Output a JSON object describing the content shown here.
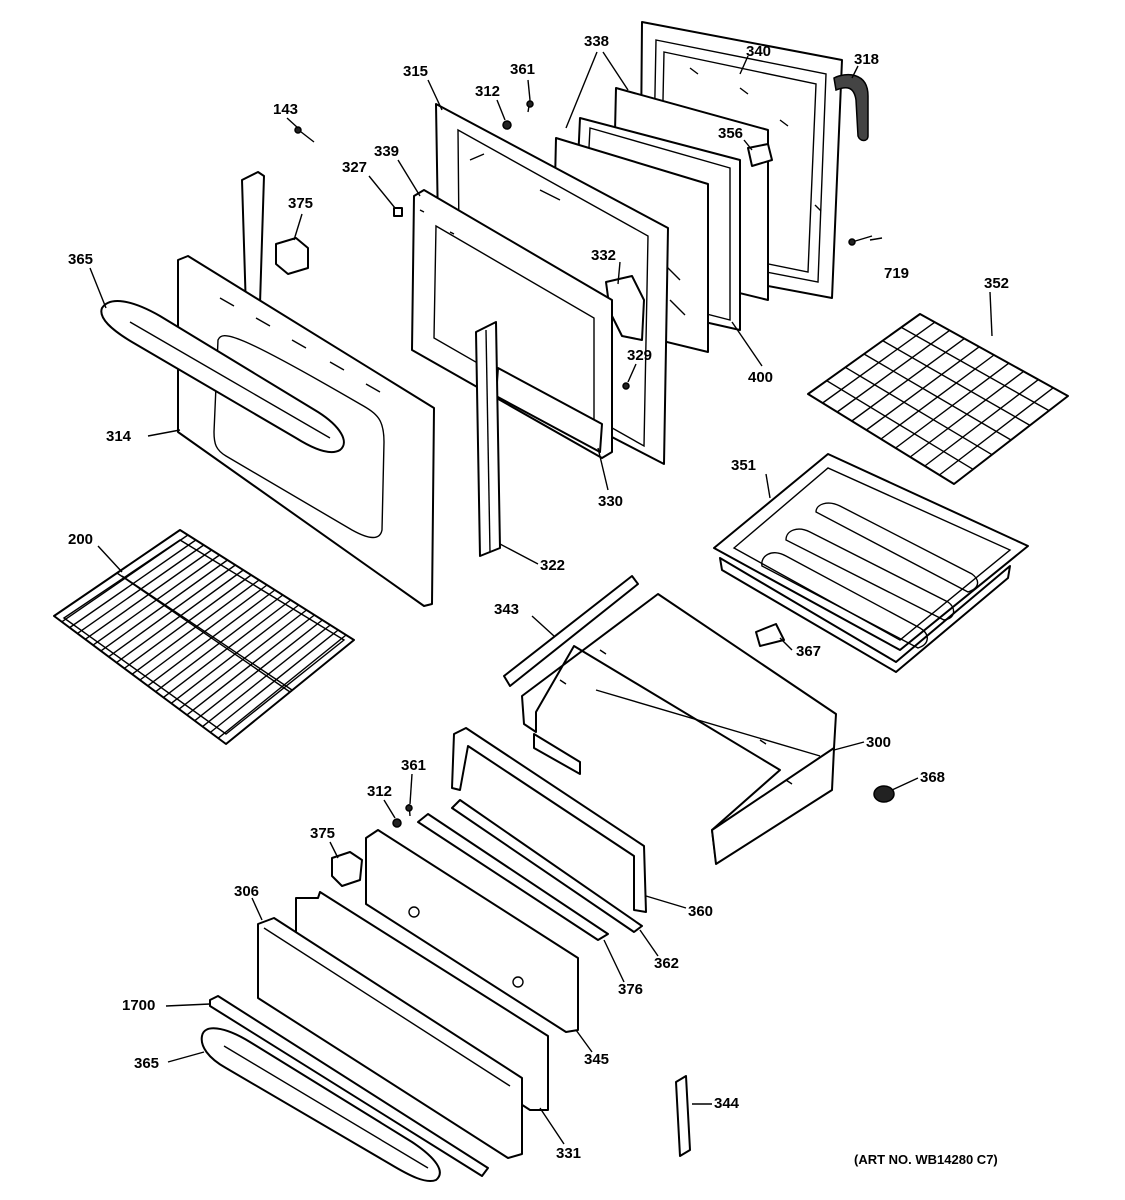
{
  "art_number": "(ART NO. WB14280 C7)",
  "callouts": {
    "c143": "143",
    "c315": "315",
    "c312a": "312",
    "c361a": "361",
    "c338": "338",
    "c340": "340",
    "c318": "318",
    "c356": "356",
    "c327": "327",
    "c339": "339",
    "c375a": "375",
    "c365a": "365",
    "c332": "332",
    "c719": "719",
    "c352": "352",
    "c329": "329",
    "c400": "400",
    "c314": "314",
    "c330": "330",
    "c351": "351",
    "c200": "200",
    "c322": "322",
    "c343": "343",
    "c367": "367",
    "c300": "300",
    "c368": "368",
    "c361b": "361",
    "c312b": "312",
    "c375b": "375",
    "c306": "306",
    "c360": "360",
    "c362": "362",
    "c376": "376",
    "c1700": "1700",
    "c345": "345",
    "c365b": "365",
    "c344": "344",
    "c331": "331"
  }
}
